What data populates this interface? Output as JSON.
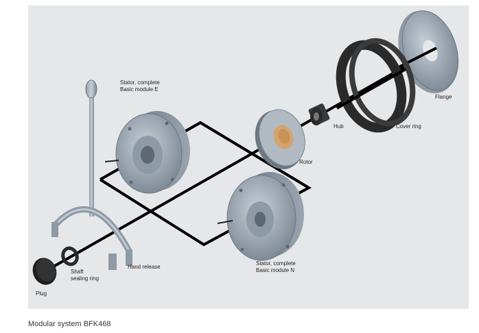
{
  "figure": {
    "labels": {
      "stator_e_line1": "Stator, complete",
      "stator_e_line2": "Basic module E",
      "flange": "Flange",
      "hub": "Hub",
      "cover_ring": "Cover ring",
      "rotor": "Rotor",
      "shaft_line1": "Shaft",
      "shaft_line2": "sealing ring",
      "hand_release": "Hand release",
      "stator_n_line1": "Stator, complete",
      "stator_n_line2": "Basic module N",
      "plug": "Plug"
    },
    "colors": {
      "background": "#e6e7e9",
      "axis_line": "#000000",
      "metal_light": "#b8c2cc",
      "metal_mid": "#8e9aa6",
      "metal_dark": "#5d6873",
      "rubber": "#2a2a2a"
    }
  },
  "caption": "Modular system BFK468"
}
